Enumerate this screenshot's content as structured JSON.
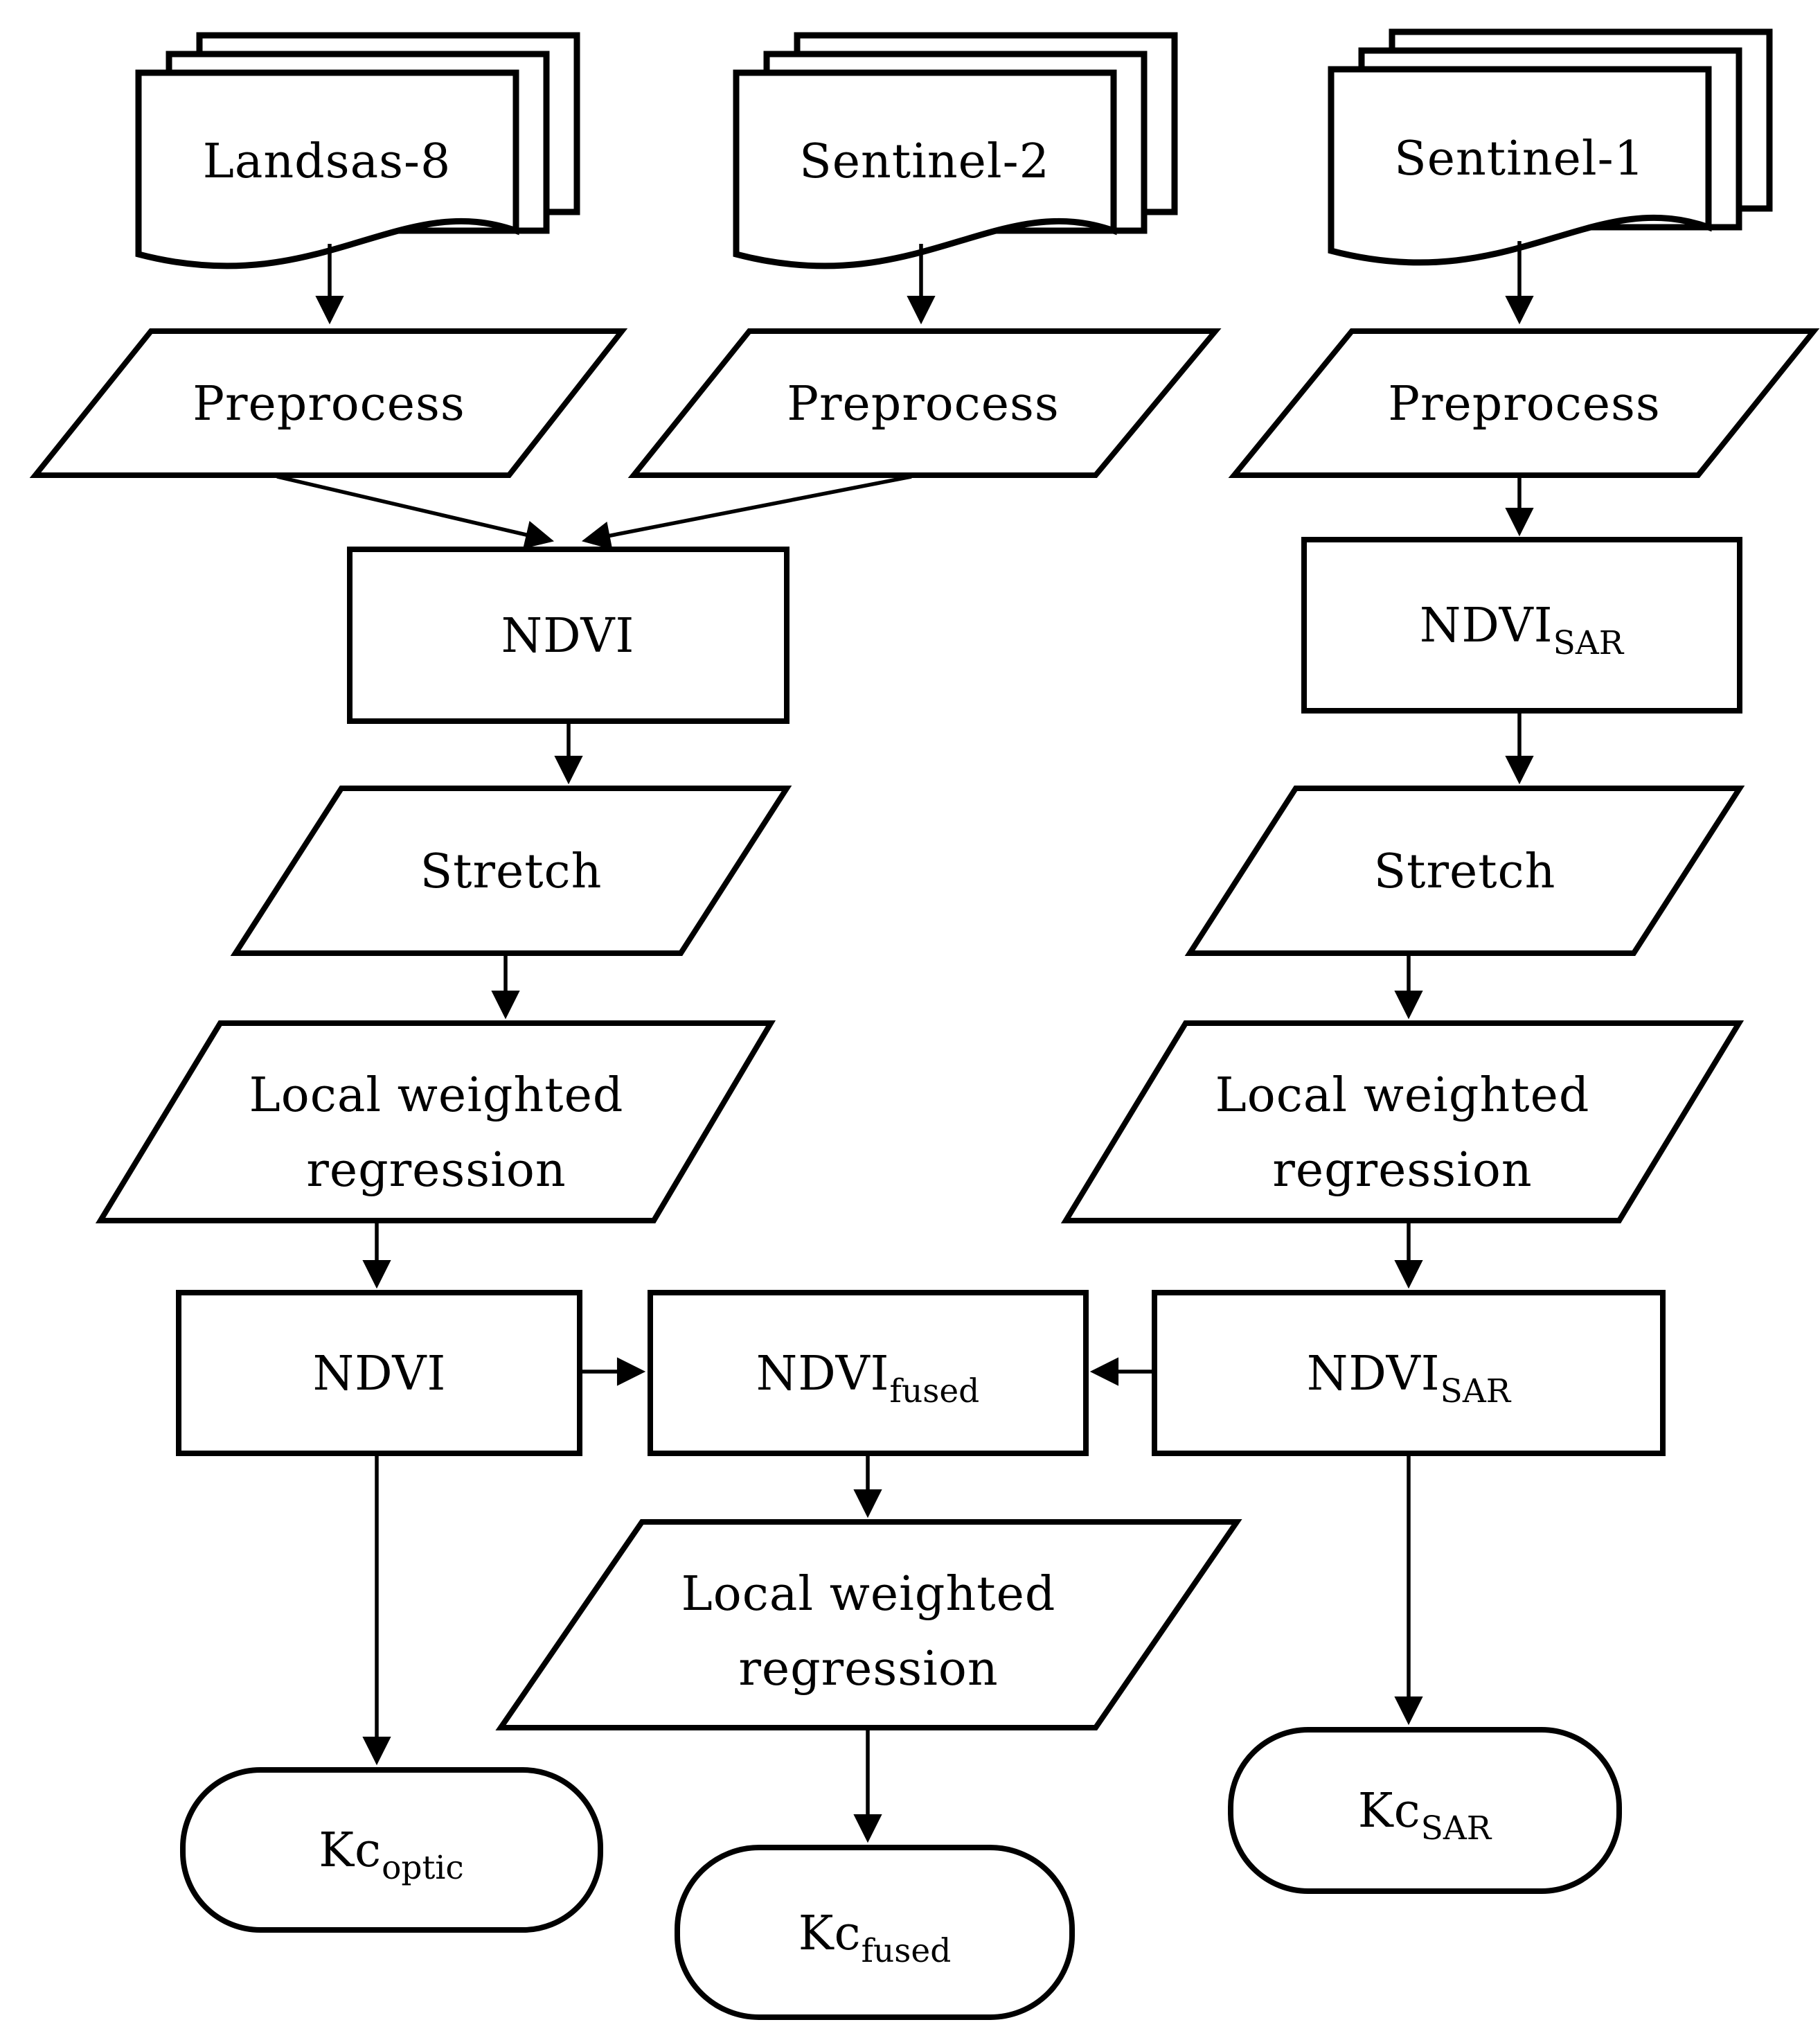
{
  "diagram": {
    "type": "flowchart",
    "colors": {
      "background": "#ffffff",
      "stroke": "#000000",
      "text": "#000000"
    },
    "nodes": {
      "landsat8_docs": {
        "shape": "document-stack",
        "label": "Landsas-8"
      },
      "sentinel2_docs": {
        "shape": "document-stack",
        "label": "Sentinel-2"
      },
      "sentinel1_docs": {
        "shape": "document-stack",
        "label": "Sentinel-1"
      },
      "preprocess_landsat": {
        "shape": "parallelogram",
        "label": "Preprocess"
      },
      "preprocess_sentinel2": {
        "shape": "parallelogram",
        "label": "Preprocess"
      },
      "preprocess_sentinel1": {
        "shape": "parallelogram",
        "label": "Preprocess"
      },
      "ndvi_optic": {
        "shape": "rectangle",
        "label": "NDVI"
      },
      "ndvi_sar": {
        "shape": "rectangle",
        "label": "NDVI",
        "sub": "SAR"
      },
      "stretch_optic": {
        "shape": "parallelogram",
        "label": "Stretch"
      },
      "stretch_sar": {
        "shape": "parallelogram",
        "label": "Stretch"
      },
      "lwr_optic": {
        "shape": "parallelogram",
        "line1": "Local weighted",
        "line2": "regression"
      },
      "lwr_sar": {
        "shape": "parallelogram",
        "line1": "Local weighted",
        "line2": "regression"
      },
      "ndvi_optic_out": {
        "shape": "rectangle",
        "label": "NDVI"
      },
      "ndvi_fused": {
        "shape": "rectangle",
        "label": "NDVI",
        "sub": "fused"
      },
      "ndvi_sar_out": {
        "shape": "rectangle",
        "label": "NDVI",
        "sub": "SAR"
      },
      "lwr_fused": {
        "shape": "parallelogram",
        "line1": "Local weighted",
        "line2": "regression"
      },
      "kc_optic": {
        "shape": "terminator",
        "label": "Kc",
        "sub": "optic"
      },
      "kc_fused": {
        "shape": "terminator",
        "label": "Kc",
        "sub": "fused"
      },
      "kc_sar": {
        "shape": "terminator",
        "label": "Kc",
        "sub": "SAR"
      }
    },
    "edges": [
      {
        "from": "landsat8_docs",
        "to": "preprocess_landsat"
      },
      {
        "from": "sentinel2_docs",
        "to": "preprocess_sentinel2"
      },
      {
        "from": "sentinel1_docs",
        "to": "preprocess_sentinel1"
      },
      {
        "from": "preprocess_landsat",
        "to": "ndvi_optic"
      },
      {
        "from": "preprocess_sentinel2",
        "to": "ndvi_optic"
      },
      {
        "from": "preprocess_sentinel1",
        "to": "ndvi_sar"
      },
      {
        "from": "ndvi_optic",
        "to": "stretch_optic"
      },
      {
        "from": "ndvi_sar",
        "to": "stretch_sar"
      },
      {
        "from": "stretch_optic",
        "to": "lwr_optic"
      },
      {
        "from": "stretch_sar",
        "to": "lwr_sar"
      },
      {
        "from": "lwr_optic",
        "to": "ndvi_optic_out"
      },
      {
        "from": "lwr_sar",
        "to": "ndvi_sar_out"
      },
      {
        "from": "ndvi_optic_out",
        "to": "ndvi_fused"
      },
      {
        "from": "ndvi_sar_out",
        "to": "ndvi_fused"
      },
      {
        "from": "ndvi_fused",
        "to": "lwr_fused"
      },
      {
        "from": "ndvi_optic_out",
        "to": "kc_optic"
      },
      {
        "from": "lwr_fused",
        "to": "kc_fused"
      },
      {
        "from": "ndvi_sar_out",
        "to": "kc_sar"
      }
    ]
  }
}
